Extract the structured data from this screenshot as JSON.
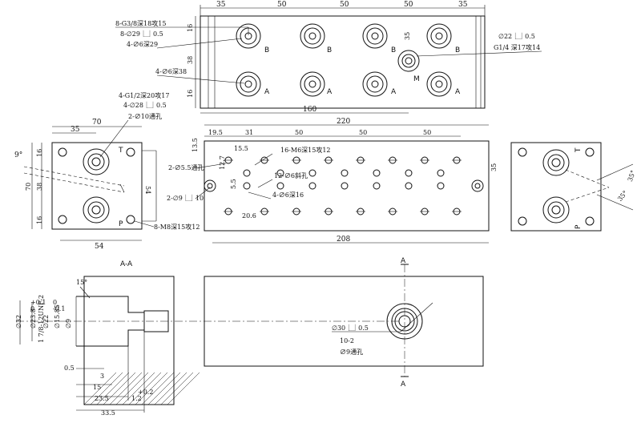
{
  "top_view": {
    "dims": [
      "35",
      "50",
      "50",
      "50",
      "35"
    ],
    "side_dims": [
      "16",
      "38",
      "16"
    ],
    "right_dim": "35",
    "bottom_dim": "160",
    "notes": [
      "8-G3/8深18攻15",
      "8-∅29⎿⏌0.5",
      "4-∅6深29",
      "4-∅6深38"
    ],
    "right_notes": [
      "∅22⎿⏌0.5",
      "G1/4 深17攻14"
    ],
    "port_labels": [
      "B",
      "B",
      "B",
      "B",
      "A",
      "A",
      "A",
      "A",
      "M"
    ]
  },
  "left_view": {
    "notes": [
      "4-G1/2深20攻17",
      "4-∅28⎿⏌0.5",
      "2-∅10通孔",
      "8-M8深15攻12"
    ],
    "dims_top": [
      "70",
      "35"
    ],
    "dims_left": [
      "16",
      "38",
      "16",
      "70"
    ],
    "right_dim": "54",
    "bottom_dim": "54",
    "angle": "9°",
    "port_labels": [
      "T",
      "P"
    ]
  },
  "front_view": {
    "dims_top": [
      "220",
      "19.5",
      "31",
      "50",
      "50",
      "50"
    ],
    "small_dims": [
      "15.5",
      "13.5",
      "12.7",
      "5.5",
      "20.6"
    ],
    "right_dim": "35",
    "bottom_dim": "208",
    "notes": [
      "16-M6深15攻12",
      "2-∅5.5通孔",
      "12-∅6斜孔",
      "2-∅9⎿⏌10",
      "4-∅6深16"
    ]
  },
  "right_view": {
    "angle": "35°",
    "angle2": "35°",
    "port_labels": [
      "T",
      "P"
    ]
  },
  "section": {
    "title": "A-A",
    "angle": "15°",
    "dims_left": [
      "∅32",
      "∅23.8",
      "∅22",
      "1 7/8-12UNF-2",
      "∅15.85",
      "∅9"
    ],
    "tol": [
      "+0.1",
      "0",
      "0",
      "-0.1"
    ],
    "dims_bottom": [
      "0.5",
      "3",
      "15",
      "23.5",
      "33.5",
      "1.2"
    ],
    "tol2": "+0.2"
  },
  "bottom_view": {
    "cut_label": "A",
    "notes": [
      "∅30⎿⏌0.5",
      "10-2",
      "∅9通孔"
    ]
  }
}
